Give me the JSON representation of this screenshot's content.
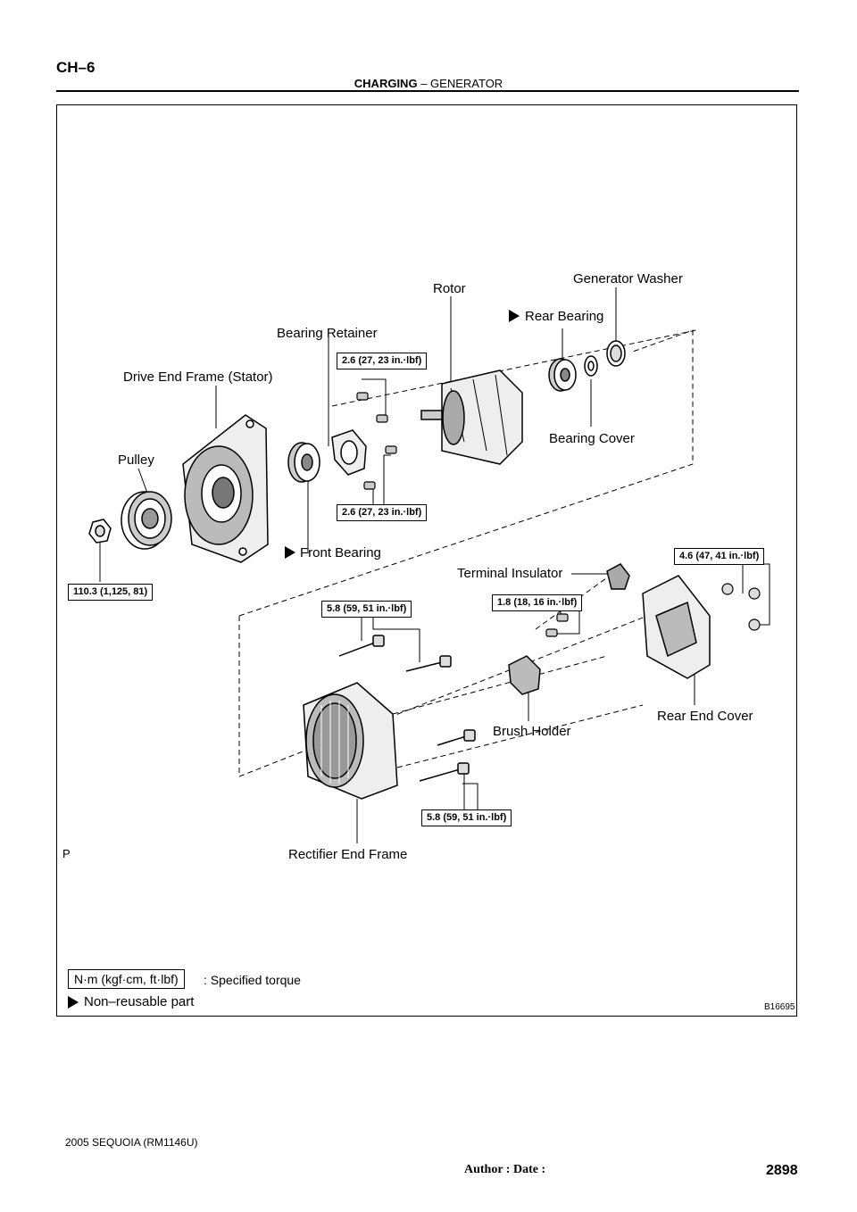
{
  "header": {
    "page_code": "CH–6",
    "section": "CHARGING",
    "separator": "–",
    "subsection": "GENERATOR"
  },
  "labels": {
    "generator_washer": "Generator Washer",
    "rotor": "Rotor",
    "rear_bearing": "Rear Bearing",
    "bearing_retainer": "Bearing Retainer",
    "drive_end_frame": "Drive End Frame (Stator)",
    "bearing_cover": "Bearing Cover",
    "pulley": "Pulley",
    "front_bearing": "Front Bearing",
    "terminal_insulator": "Terminal Insulator",
    "brush_holder": "Brush Holder",
    "rear_end_cover": "Rear End Cover",
    "rectifier_end_frame": "Rectifier End Frame",
    "p_mark": "P"
  },
  "torques": {
    "retainer_top": "2.6 (27, 23 in.·lbf)",
    "retainer_bottom": "2.6 (27, 23 in.·lbf)",
    "pulley_nut": "110.3 (1,125, 81)",
    "rear_cover": "4.6 (47, 41 in.·lbf)",
    "frame_bolts_top": "5.8 (59, 51 in.·lbf)",
    "brush_holder": "1.8 (18, 16 in.·lbf)",
    "frame_bolts_bottom": "5.8 (59, 51 in.·lbf)"
  },
  "legend": {
    "unit_box": "N·m (kgf·cm, ft·lbf)",
    "unit_text": ": Specified torque",
    "non_reusable": "Non–reusable part"
  },
  "figure_code": "B16695",
  "footer": {
    "model": "2005 SEQUOIA   (RM1146U)",
    "author_date": "Author :                    Date :",
    "page_number": "2898"
  },
  "colors": {
    "ink": "#000000",
    "paper": "#ffffff",
    "shade": "#9a9a9a"
  }
}
